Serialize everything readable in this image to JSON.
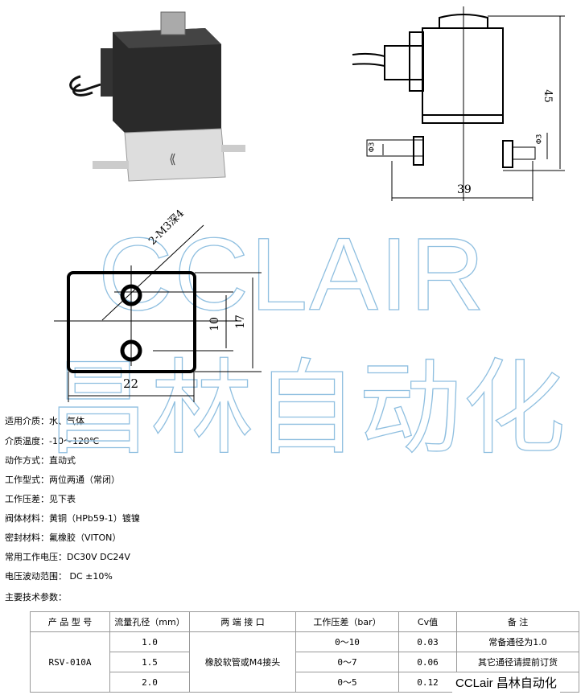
{
  "drawing": {
    "side_view": {
      "height": "45",
      "width": "39",
      "port_left": "Φ3",
      "port_right": "Φ3"
    },
    "bottom_view": {
      "thread": "2-M3深4",
      "spacing": "10",
      "height": "17",
      "width": "22"
    }
  },
  "watermark": {
    "latin": "CCLAIR",
    "chinese": "昌林自动化"
  },
  "specs": [
    "适用介质：水、气体",
    "介质温度：-10～120℃",
    "动作方式：直动式",
    "工作型式：两位两通（常闭）",
    "工作压差：见下表",
    "阀体材料：黄铜（HPb59-1）镀镍",
    "密封材料：氟橡胶（VITON）",
    "常用工作电压：DC30V DC24V",
    "电压波动范围： DC ±10%",
    "主要技术参数："
  ],
  "table": {
    "headers": [
      "产 品 型 号",
      "流量孔径（mm）",
      "两 端 接 口",
      "工作压差（bar）",
      "Cv值",
      "备    注"
    ],
    "model": "RSV-010A",
    "interface": "橡胶软管或M4接头",
    "rows": [
      {
        "bore": "1.0",
        "pressure": "0～10",
        "cv": "0.03",
        "note": "常备通径为1.0"
      },
      {
        "bore": "1.5",
        "pressure": "0～7",
        "cv": "0.06",
        "note": "其它通径请提前订货"
      },
      {
        "bore": "2.0",
        "pressure": "0～5",
        "cv": "0.12",
        "note": ""
      }
    ]
  },
  "stamp": "CCLair 昌林自动化"
}
